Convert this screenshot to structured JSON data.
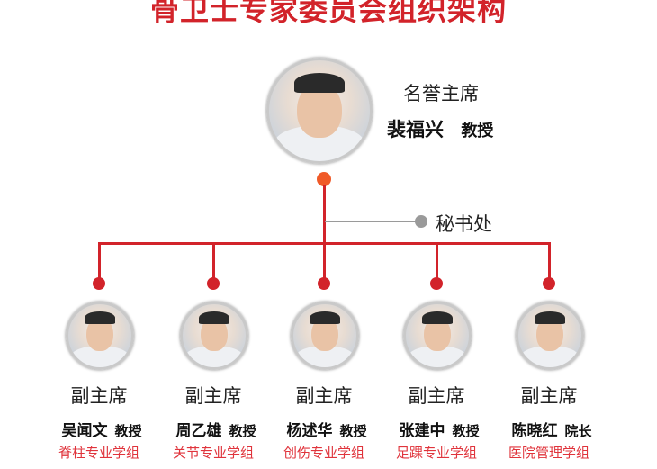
{
  "title": "骨卫士专家委员会组织架构",
  "chair": {
    "role": "名誉主席",
    "name": "裴福兴",
    "title": "教授"
  },
  "secretariat": "秘书处",
  "colors": {
    "accent": "#d2232a",
    "connector_top": "#f05a28",
    "secretariat_line": "#9a9a9a"
  },
  "vice_chairs": [
    {
      "role": "副主席",
      "name": "吴闻文",
      "title": "教授",
      "group": "脊柱专业学组"
    },
    {
      "role": "副主席",
      "name": "周乙雄",
      "title": "教授",
      "group": "关节专业学组"
    },
    {
      "role": "副主席",
      "name": "杨述华",
      "title": "教授",
      "group": "创伤专业学组"
    },
    {
      "role": "副主席",
      "name": "张建中",
      "title": "教授",
      "group": "足踝专业学组"
    },
    {
      "role": "副主席",
      "name": "陈晓红",
      "title": "院长",
      "group": "医院管理学组"
    }
  ]
}
